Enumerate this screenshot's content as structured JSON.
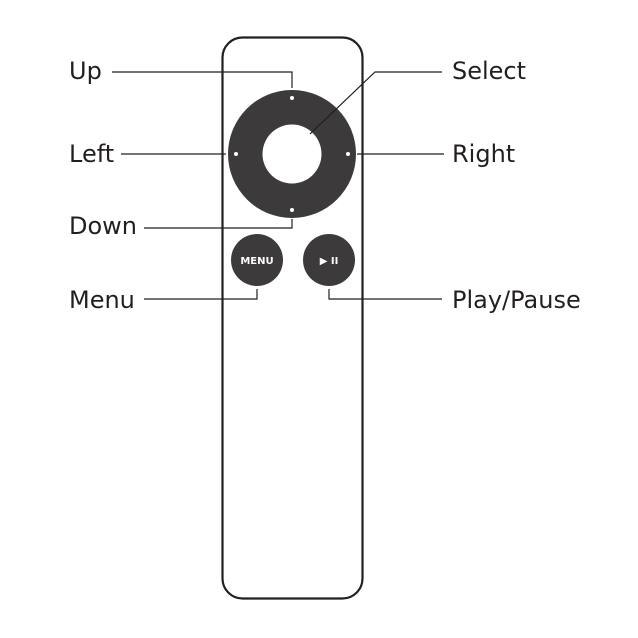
{
  "callouts": {
    "up": "Up",
    "left": "Left",
    "down": "Down",
    "menu": "Menu",
    "select": "Select",
    "right": "Right",
    "play_pause": "Play/Pause"
  },
  "buttons": {
    "menu_label": "MENU",
    "play_pause_label": "▶ II"
  },
  "colors": {
    "button_fill": "#3d3a3b",
    "outline": "#231f20",
    "line": "#231f20",
    "center_fill": "#ffffff"
  }
}
